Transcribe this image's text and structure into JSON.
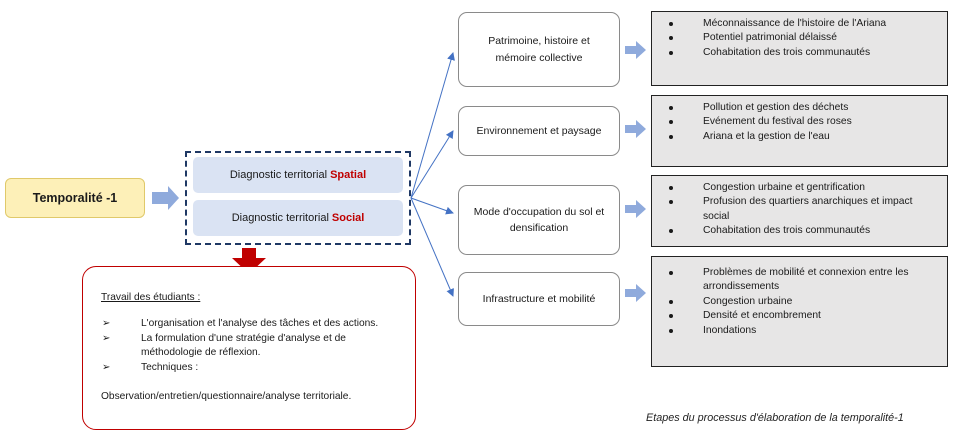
{
  "temporalite": {
    "label": "Temporalité -1"
  },
  "diagnostics": [
    {
      "prefix": "Diagnostic territorial",
      "highlight": "Spatial"
    },
    {
      "prefix": "Diagnostic territorial",
      "highlight": "Social"
    }
  ],
  "categories": [
    {
      "label": "Patrimoine, histoire et mémoire collective",
      "items": [
        "Méconnaissance de l'histoire de l'Ariana",
        "Potentiel patrimonial délaissé",
        "Cohabitation des trois communautés"
      ]
    },
    {
      "label": "Environnement et paysage",
      "items": [
        "Pollution et gestion des déchets",
        "Evénement du festival des roses",
        "Ariana et la gestion de l'eau"
      ]
    },
    {
      "label": "Mode d'occupation du sol et densification",
      "items": [
        "Congestion urbaine et gentrification",
        "Profusion des quartiers anarchiques et impact social",
        "Cohabitation des trois communautés"
      ]
    },
    {
      "label": "Infrastructure et mobilité",
      "items": [
        "Problèmes de mobilité et connexion entre les arrondissements",
        "Congestion urbaine",
        "Densité et encombrement",
        "Inondations"
      ]
    }
  ],
  "travail": {
    "title": "Travail des étudiants :",
    "items": [
      "L'organisation et l'analyse des tâches et des actions.",
      "La formulation d'une stratégie d'analyse et de méthodologie de réflexion.",
      "Techniques :"
    ],
    "footer": "Observation/entretien/questionnaire/analyse territoriale."
  },
  "caption": "Etapes du processus d'élaboration de la temporalité-1",
  "colors": {
    "temporalite_fill": "#fdf0b8",
    "diag_fill": "#dae3f3",
    "highlight": "#c00000",
    "arrow": "#8faadc",
    "connector": "#4472c4",
    "detail_fill": "#e7e6e6",
    "travail_border": "#c00000",
    "down_arrow": "#c00000"
  }
}
